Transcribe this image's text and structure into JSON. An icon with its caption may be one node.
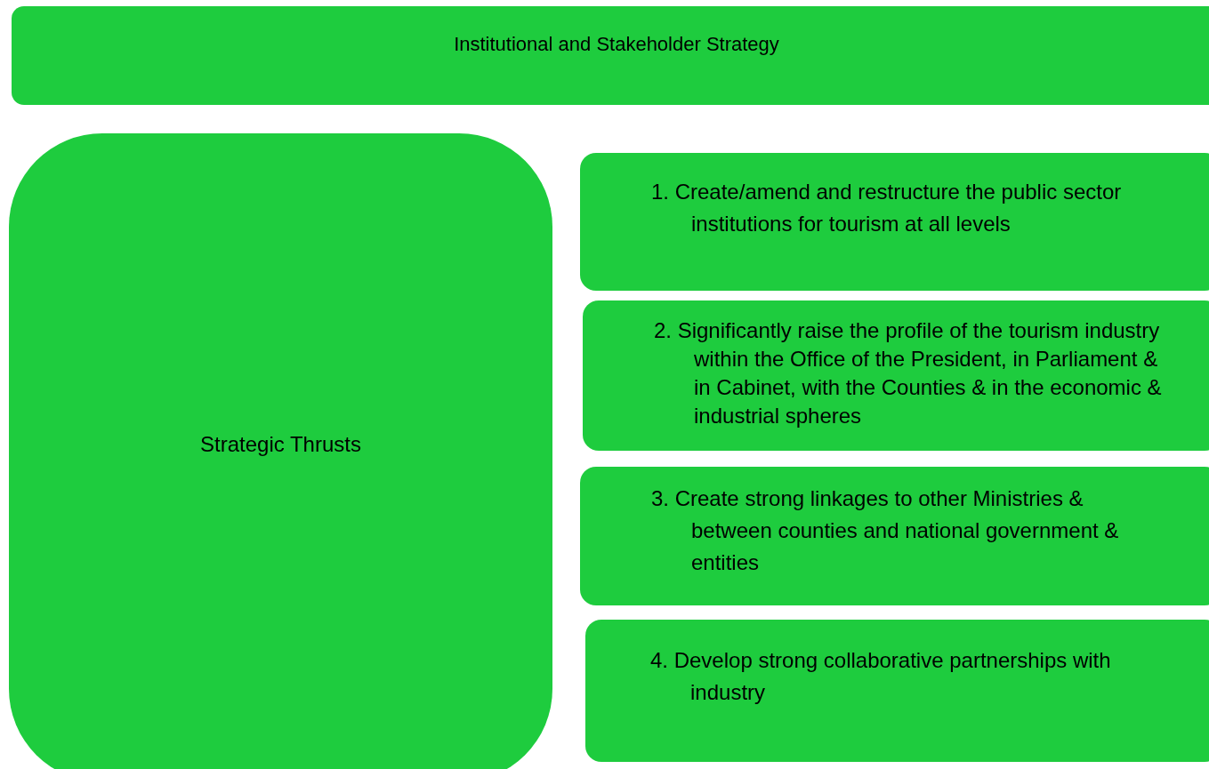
{
  "diagram": {
    "nodes": [
      {
        "text": [
          "Institutional and Stakeholder Strategy"
        ]
      },
      {
        "text": [
          "Strategic Thrusts"
        ]
      },
      {
        "text": [
          "1. Create/amend and restructure the public sector institutions for tourism at all levels"
        ]
      },
      {
        "text": [
          "2. Significantly raise the profile of the tourism industry within the Office of the President, in Parliament & in Cabinet, with the Counties & in the economic & industrial spheres"
        ]
      },
      {
        "text": [
          "3. Create strong linkages to other Ministries & between counties and national government & entities"
        ]
      },
      {
        "text": [
          "4. Develop strong collaborative partnerships with industry"
        ]
      }
    ]
  }
}
